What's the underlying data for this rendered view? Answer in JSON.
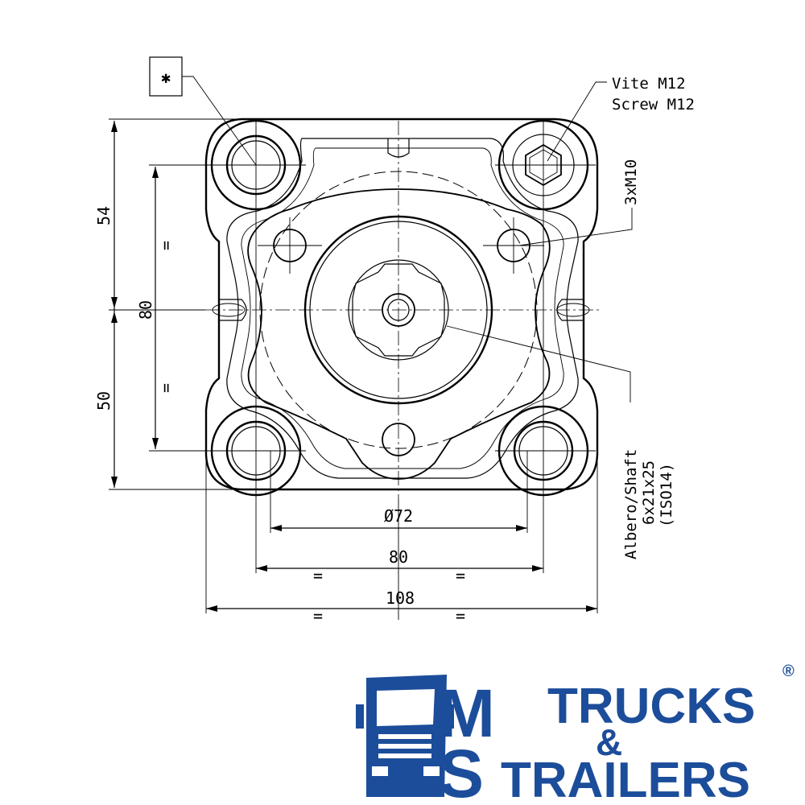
{
  "drawing": {
    "symbol_box": "✱",
    "screw_label_it": "Vite M12",
    "screw_label_en": "Screw M12",
    "holes_label": "3xM10",
    "shaft_label_1": "Albero/Shaft",
    "shaft_label_2": "6x21x25",
    "shaft_label_3": "(ISO14)",
    "dim_top": "54",
    "dim_bottom": "50",
    "dim_center_vertical": "80",
    "dim_diameter": "Ø72",
    "dim_hole_spacing": "80",
    "dim_width": "108",
    "equal_mark": "="
  },
  "logo": {
    "letter_m": "M",
    "letter_s": "S",
    "word_trucks": "TRUCKS",
    "ampersand": "&",
    "word_trailers": "TRAILERS",
    "registered": "®",
    "color": "#1c4d9a"
  }
}
